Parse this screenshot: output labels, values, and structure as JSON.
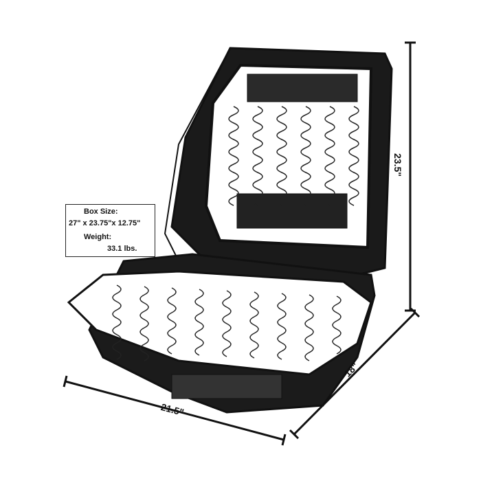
{
  "product_image": {
    "subject": "seat-frame-with-springs"
  },
  "info_box": {
    "box_size_label": "Box Size:",
    "box_size_value": "27\" x 23.75\"x 12.75\"",
    "weight_label": "Weight:",
    "weight_value": "33.1 lbs."
  },
  "dimensions": {
    "height": "23.5\"",
    "depth": "18\"",
    "width": "21.5\""
  },
  "colors": {
    "frame": "#111111",
    "background": "#ffffff"
  }
}
